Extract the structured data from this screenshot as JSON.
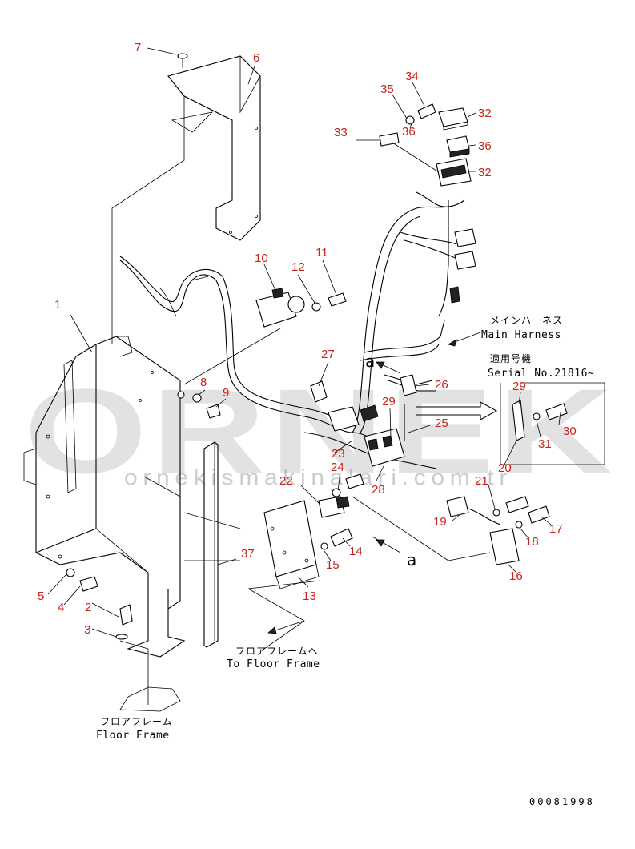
{
  "callouts": [
    {
      "id": "c1",
      "text": "1"
    },
    {
      "id": "c2",
      "text": "2"
    },
    {
      "id": "c3",
      "text": "3"
    },
    {
      "id": "c4",
      "text": "4"
    },
    {
      "id": "c5",
      "text": "5"
    },
    {
      "id": "c6",
      "text": "6"
    },
    {
      "id": "c7",
      "text": "7"
    },
    {
      "id": "c8",
      "text": "8"
    },
    {
      "id": "c9",
      "text": "9"
    },
    {
      "id": "c10",
      "text": "10"
    },
    {
      "id": "c11",
      "text": "11"
    },
    {
      "id": "c12",
      "text": "12"
    },
    {
      "id": "c13",
      "text": "13"
    },
    {
      "id": "c14",
      "text": "14"
    },
    {
      "id": "c15",
      "text": "15"
    },
    {
      "id": "c16",
      "text": "16"
    },
    {
      "id": "c17",
      "text": "17"
    },
    {
      "id": "c18",
      "text": "18"
    },
    {
      "id": "c19",
      "text": "19"
    },
    {
      "id": "c20",
      "text": "20"
    },
    {
      "id": "c21",
      "text": "21"
    },
    {
      "id": "c22",
      "text": "22"
    },
    {
      "id": "c23",
      "text": "23"
    },
    {
      "id": "c24",
      "text": "24"
    },
    {
      "id": "c25",
      "text": "25"
    },
    {
      "id": "c26",
      "text": "26"
    },
    {
      "id": "c27",
      "text": "27"
    },
    {
      "id": "c28",
      "text": "28"
    },
    {
      "id": "c29a",
      "text": "29"
    },
    {
      "id": "c29b",
      "text": "29"
    },
    {
      "id": "c30",
      "text": "30"
    },
    {
      "id": "c31",
      "text": "31"
    },
    {
      "id": "c32a",
      "text": "32"
    },
    {
      "id": "c32b",
      "text": "32"
    },
    {
      "id": "c33",
      "text": "33"
    },
    {
      "id": "c34",
      "text": "34"
    },
    {
      "id": "c35",
      "text": "35"
    },
    {
      "id": "c36a",
      "text": "36"
    },
    {
      "id": "c36b",
      "text": "36"
    },
    {
      "id": "c37",
      "text": "37"
    }
  ],
  "labels": {
    "main_harness_jp": "メインハーネス",
    "main_harness_en": "Main Harness",
    "applicable_jp": "適用号機",
    "serial_en": "Serial No.21816~",
    "to_floor_jp": "フロアフレームへ",
    "to_floor_en": "To Floor Frame",
    "floor_frame_jp": "フロアフレーム",
    "floor_frame_en": "Floor Frame",
    "ref_a_top": "a",
    "ref_a_bottom": "a"
  },
  "watermark": {
    "brand": "ORNEK",
    "url": "ornekismakinalari.com.tr"
  },
  "document_number": "00081998",
  "colors": {
    "callout": "#c8231e",
    "line": "#000000",
    "watermark": "#9a9a9a"
  }
}
